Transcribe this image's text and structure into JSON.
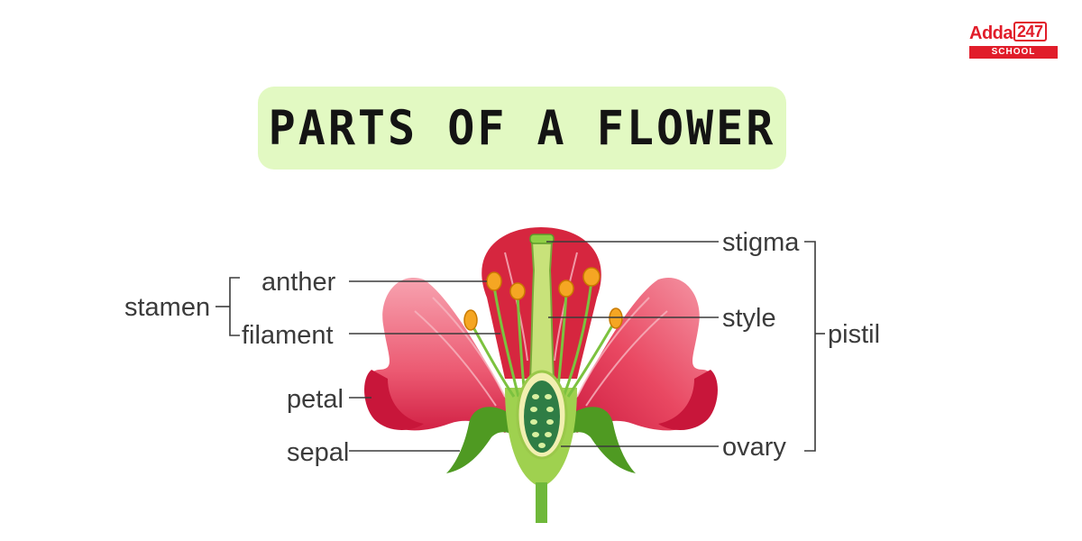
{
  "logo": {
    "brand": "Adda",
    "number": "247",
    "subtitle": "SCHOOL",
    "brand_color": "#e11d2a"
  },
  "title": "PARTS OF A FLOWER",
  "title_bg": "#e2f9c2",
  "labels": {
    "stamen": "stamen",
    "anther": "anther",
    "filament": "filament",
    "petal": "petal",
    "sepal": "sepal",
    "stigma": "stigma",
    "style": "style",
    "ovary": "ovary",
    "pistil": "pistil"
  },
  "colors": {
    "petal": "#e8465e",
    "petal_light": "#f38a9a",
    "petal_dark": "#c8163a",
    "sepal": "#5ea82b",
    "stem": "#6fb83a",
    "ovary": "#2f7d45",
    "anther": "#f5a623",
    "label_text": "#3b3b3b"
  }
}
